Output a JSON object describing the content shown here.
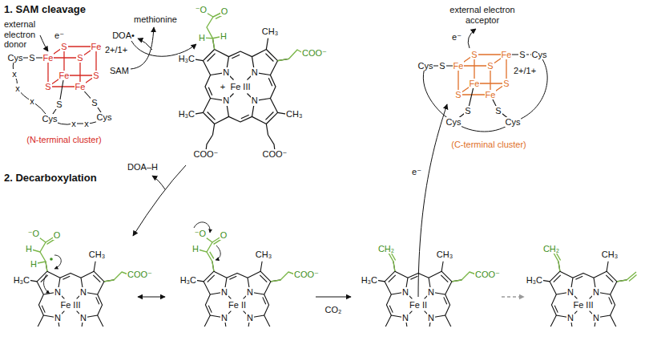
{
  "diagram": {
    "labels": [
      "1. SAM cleavage",
      "external electron donor",
      "e⁻",
      "Fe",
      "S",
      "Fe",
      "S",
      "S",
      "Fe",
      "S",
      "Fe",
      "2+/1+",
      "S",
      "Cys",
      "x",
      "x",
      "x",
      "S",
      "Cys",
      "x",
      "x",
      "S",
      "Cys",
      "(N-terminal cluster)",
      "SAM",
      "methionine",
      "DOA•",
      "⁻O",
      "O",
      "H",
      "H",
      "CH₃",
      "H₃C",
      "COO⁻",
      "N",
      "N",
      "+",
      "Fe III",
      "N",
      "N",
      "H₃C",
      "CH₃",
      "COO⁻",
      "COO⁻",
      "external electron acceptor",
      "e⁻",
      "Cys",
      "S",
      "Fe",
      "S",
      "S",
      "Fe",
      "S",
      "Cys",
      "2+/1+",
      "S",
      "Fe",
      "S",
      "Fe",
      "S",
      "S",
      "Cys",
      "Cys",
      "(C-terminal cluster)",
      "DOA–H",
      "2. Decarboxylation",
      "e⁻",
      "⁻O",
      "O",
      "H",
      "H",
      "CH₃",
      "H₃C",
      "COO⁻",
      "N",
      "N",
      "Fe III",
      "N",
      "N",
      "⁻O",
      "O",
      "H",
      "CH₃",
      "H₃C",
      "COO⁻",
      "N",
      "N",
      "Fe II",
      "N",
      "N",
      "CO₂",
      "CH₂",
      "CH₃",
      "H₃C",
      "COO⁻",
      "N",
      "N",
      "Fe II",
      "N",
      "N",
      "CH₂",
      "CH₃",
      "H₃C",
      "N",
      "N",
      "Fe III",
      "N",
      "N"
    ]
  }
}
